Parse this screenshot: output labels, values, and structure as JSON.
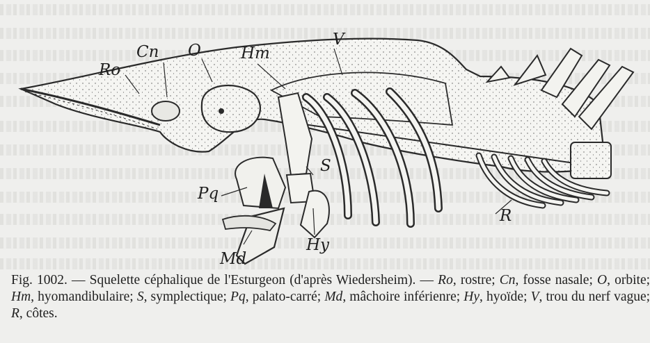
{
  "figure": {
    "labels": {
      "ro": "Ro",
      "cn": "Cn",
      "o": "O",
      "hm": "Hm",
      "v": "V",
      "s": "S",
      "pq": "Pq",
      "hy": "Hy",
      "md": "Md",
      "r": "R"
    },
    "colors": {
      "ink": "#2a2a2a",
      "bone": "#f4f4f1",
      "paper": "#efefed"
    }
  },
  "caption": {
    "fig_no": "Fig. 1002.",
    "title": "— Squelette céphalique de l'Esturgeon (d'après Wiedersheim). —",
    "items": [
      {
        "abbr": "Ro",
        "desc": "rostre"
      },
      {
        "abbr": "Cn",
        "desc": "fosse nasale"
      },
      {
        "abbr": "O",
        "desc": "orbite"
      },
      {
        "abbr": "Hm",
        "desc": "hyomandibulaire"
      },
      {
        "abbr": "S",
        "desc": "symplectique"
      },
      {
        "abbr": "Pq",
        "desc": "palato-carré"
      },
      {
        "abbr": "Md",
        "desc": "mâchoire inférienre"
      },
      {
        "abbr": "Hy",
        "desc": "hyoïde"
      },
      {
        "abbr": "V",
        "desc": "trou du nerf vague"
      },
      {
        "abbr": "R",
        "desc": "côtes."
      }
    ]
  }
}
